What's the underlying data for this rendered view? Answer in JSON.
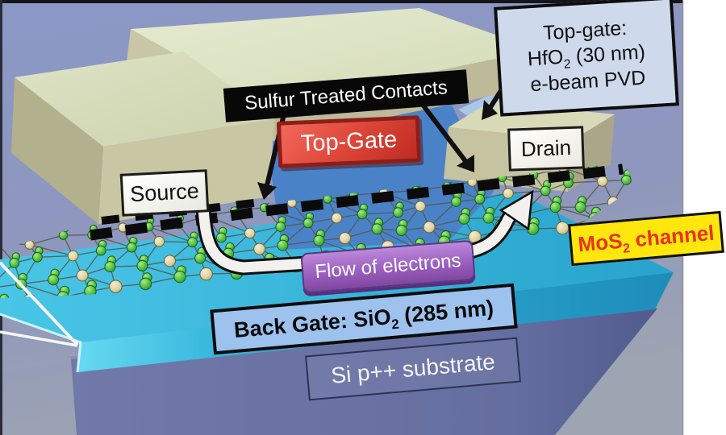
{
  "figure": {
    "labels": {
      "sulfur_contacts": "Sulfur Treated Contacts",
      "top_gate": "Top-Gate",
      "source": "Source",
      "drain": "Drain",
      "flow_of_electrons": "Flow of electrons",
      "si_substrate": "Si p++ substrate",
      "top_gate_note": {
        "line1": "Top-gate:",
        "hfo2_pre": "HfO",
        "hfo2_sub": "2",
        "hfo2_post": " (30 nm)",
        "line3": "e-beam PVD"
      },
      "mos2_channel": {
        "pre": "MoS",
        "sub": "2",
        "post": " channel"
      },
      "back_gate": {
        "pre": "Back Gate: SiO",
        "sub": "2",
        "post": " (285 nm)"
      }
    },
    "colors": {
      "top_gate_label_bg": "#d23a2e",
      "sulfur_label_bg": "#080808",
      "mos2_label_bg": "#ffe70e",
      "mos2_label_text": "#e8331c",
      "flow_label_bg": "#9a5fc0",
      "back_gate_label_bg": "#9dc2ee",
      "hfo2_note_bg": "#cfd9ec",
      "sio2_layer": "#2fb3da",
      "si_substrate": "#6d76a8",
      "hfo2_layer": "#b6d2ec",
      "electrode_metal": "#cdcaa8",
      "lattice_sulfur_green": "#4bbf3f",
      "lattice_mo_tan": "#ddd3a0",
      "background_sky": "#8c98c6"
    }
  }
}
